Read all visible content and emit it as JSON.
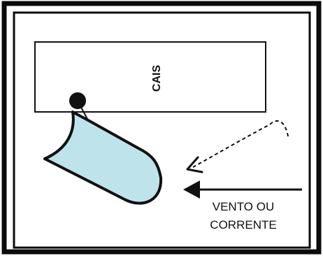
{
  "diagram": {
    "dock_label": "CAIS",
    "force_label_line1": "VENTO OU",
    "force_label_line2": "CORRENTE"
  },
  "colors": {
    "frame": "#0b0b0b",
    "stroke": "#111111",
    "hull_fill": "#bfe3ea",
    "background": "#ffffff"
  }
}
